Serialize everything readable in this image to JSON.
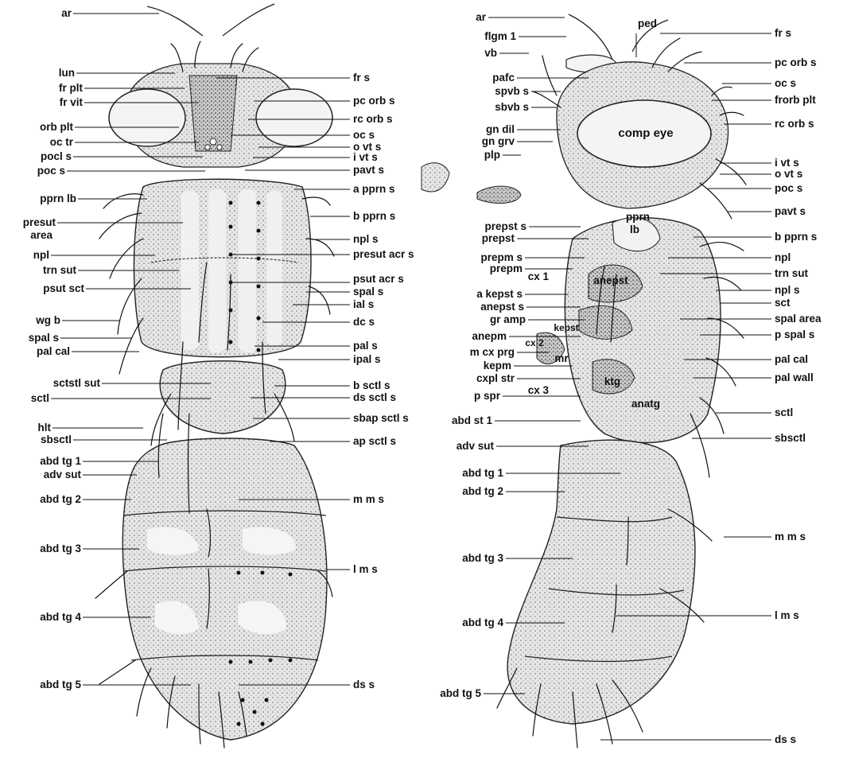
{
  "left_labels": [
    "ar",
    "lun",
    "fr plt",
    "fr vit",
    "orb plt",
    "oc tr",
    "pocl s",
    "poc s",
    "pprn lb",
    "presut",
    "area",
    "npl",
    "trn sut",
    "psut sct",
    "wg b",
    "spal s",
    "pal cal",
    "sctstl sut",
    "sctl",
    "hlt",
    "sbsctl",
    "abd tg 1",
    "adv sut",
    "abd tg 2",
    "abd tg 3",
    "abd tg 4",
    "abd tg 5"
  ],
  "mid_left_labels": [
    "fr s",
    "pc orb s",
    "rc orb s",
    "oc s",
    "o vt s",
    "i vt s",
    "pavt s",
    "a pprn s",
    "b pprn s",
    "npl s",
    "presut acr s",
    "psut acr s",
    "spal s",
    "ial s",
    "dc s",
    "pal s",
    "ipal s",
    "b sctl s",
    "ds sctl s",
    "sbap sctl s",
    "ap sctl s",
    "m m s",
    "l m s",
    "ds s"
  ],
  "mid_right_labels": [
    "ar",
    "ped",
    "flgm 1",
    "vb",
    "pafc",
    "spvb s",
    "sbvb s",
    "gn dil",
    "gn grv",
    "plp",
    "prepst s",
    "prepst",
    "prepm s",
    "prepm",
    "cx 1",
    "a kepst s",
    "anepst s",
    "gr amp",
    "anepm",
    "m cx prg",
    "kepm",
    "cxpl str",
    "cx 3",
    "p spr",
    "abd st 1",
    "adv sut",
    "abd tg 1",
    "abd tg 2",
    "abd tg 3",
    "abd tg 4",
    "abd tg 5"
  ],
  "right_labels": [
    "fr s",
    "pc orb s",
    "oc s",
    "frorb plt",
    "rc orb s",
    "i vt s",
    "o vt s",
    "poc s",
    "pavt s",
    "b pprn s",
    "npl",
    "trn sut",
    "npl s",
    "sct",
    "spal area",
    "p spal s",
    "pal cal",
    "pal wall",
    "sctl",
    "sbsctl",
    "m m s",
    "l m s",
    "ds s"
  ],
  "inner_labels": [
    "comp eye",
    "pprn",
    "lb",
    "anepst",
    "kepst",
    "cx 2",
    "mr",
    "ktg",
    "anatg"
  ]
}
